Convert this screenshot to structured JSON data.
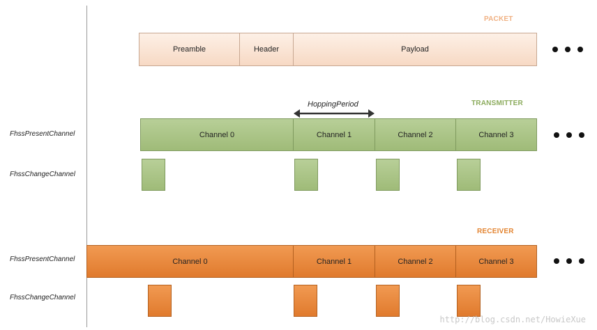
{
  "colors": {
    "packet_title": "#f0b183",
    "transmitter_title": "#8bab5c",
    "receiver_title": "#e38431",
    "packet_fill": "#f9e1d1",
    "tx_fill": "#a9c386",
    "rx_fill": "#e8843a"
  },
  "packet": {
    "title": "PACKET",
    "segments": [
      "Preamble",
      "Header",
      "Payload"
    ]
  },
  "transmitter": {
    "title": "TRANSMITTER",
    "hopping_label": "HoppingPeriod",
    "present_label": "FhssPresentChannel",
    "change_label": "FhssChangeChannel",
    "channels": [
      "Channel 0",
      "Channel 1",
      "Channel 2",
      "Channel 3"
    ]
  },
  "receiver": {
    "title": "RECEIVER",
    "present_label": "FhssPresentChannel",
    "change_label": "FhssChangeChannel",
    "channels": [
      "Channel 0",
      "Channel 1",
      "Channel 2",
      "Channel 3"
    ]
  },
  "watermark": "http://blog.csdn.net/HowieXue"
}
